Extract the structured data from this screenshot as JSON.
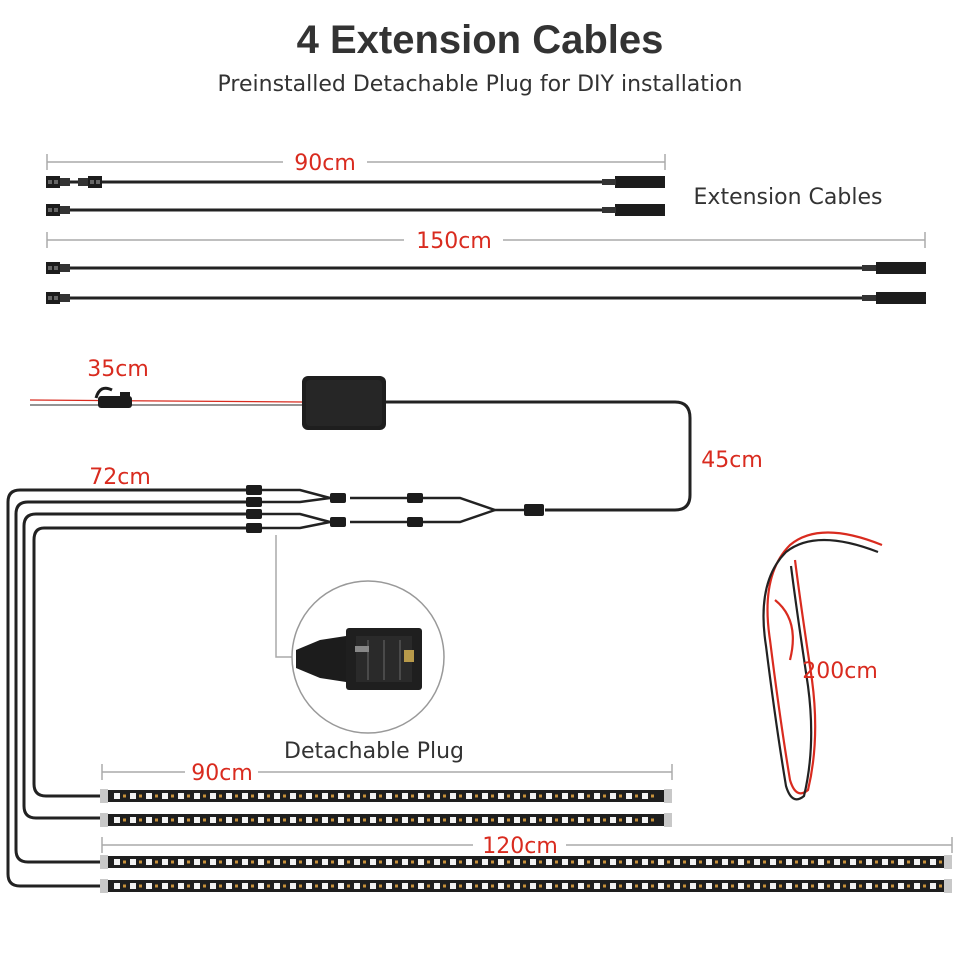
{
  "header": {
    "title": "4 Extension Cables",
    "subtitle": "Preinstalled Detachable Plug for DIY installation"
  },
  "labels": {
    "ext_short_length": "90cm",
    "ext_long_length": "150cm",
    "ext_caption": "Extension Cables",
    "fuse_length": "35cm",
    "controller_length": "45cm",
    "splitter_length": "72cm",
    "plug_caption": "Detachable Plug",
    "strip_short_length": "90cm",
    "strip_long_length": "120cm",
    "power_length": "200cm"
  },
  "colors": {
    "accent": "#d92b1f",
    "text": "#333333",
    "cable": "#222222",
    "dimension_line": "#aaaaaa"
  },
  "icons": [
    "connector-icon",
    "controller-box-icon",
    "fuse-holder-icon",
    "plug-closeup-icon",
    "led-strip-icon",
    "power-wire-icon"
  ]
}
